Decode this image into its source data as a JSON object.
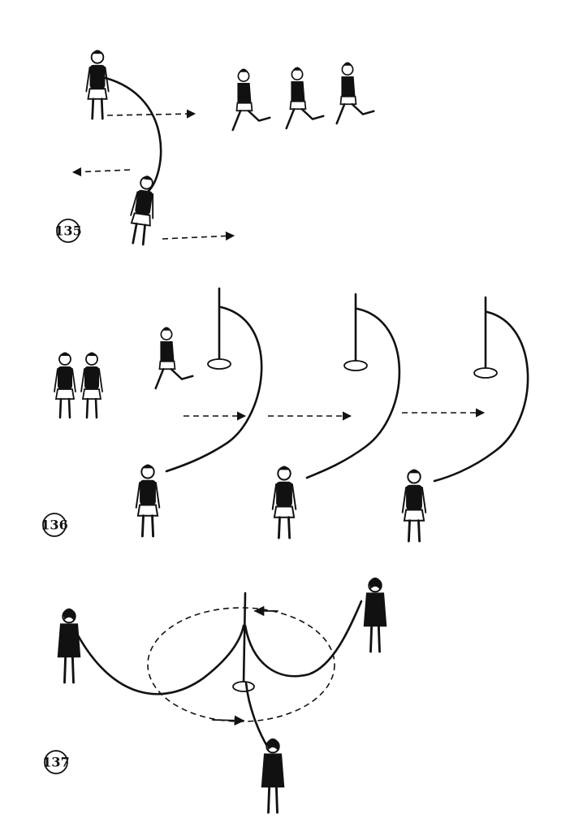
{
  "figures": {
    "fig135": {
      "label": "135"
    },
    "fig136": {
      "label": "136"
    },
    "fig137": {
      "label": "137"
    }
  },
  "colors": {
    "ink": "#111111",
    "paper": "#ffffff"
  }
}
